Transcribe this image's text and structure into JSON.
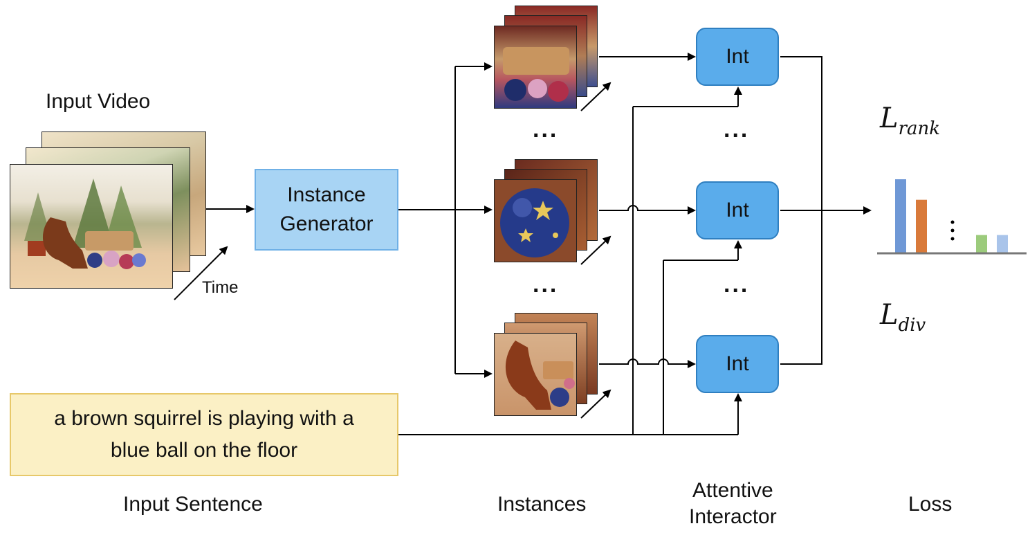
{
  "labels": {
    "input_video": "Input Video",
    "time": "Time",
    "instance_generator_line1": "Instance",
    "instance_generator_line2": "Generator",
    "int": "Int",
    "sentence_line1": "a brown squirrel is playing with a",
    "sentence_line2": "blue ball on the floor",
    "input_sentence": "Input Sentence",
    "instances": "Instances",
    "attentive_line1": "Attentive",
    "attentive_line2": "Interactor",
    "loss": "Loss",
    "l_rank_main": "L",
    "l_rank_sub": "rank",
    "l_div_main": "L",
    "l_div_sub": "div",
    "ellipsis": "..."
  },
  "colors": {
    "generator_fill": "#a8d4f4",
    "int_fill": "#5aaceb",
    "sentence_fill": "#fbf0c5",
    "bar_blue": "#6f98d6",
    "bar_orange": "#d97a3a",
    "bar_green": "#9ccb7c",
    "bar_lightblue": "#a9c4ea"
  },
  "loss_bars": [
    {
      "value": 1.0,
      "color": "#6f98d6"
    },
    {
      "value": 0.72,
      "color": "#d97a3a"
    },
    {
      "value": 0.24,
      "color": "#9ccb7c"
    },
    {
      "value": 0.24,
      "color": "#a9c4ea"
    }
  ]
}
